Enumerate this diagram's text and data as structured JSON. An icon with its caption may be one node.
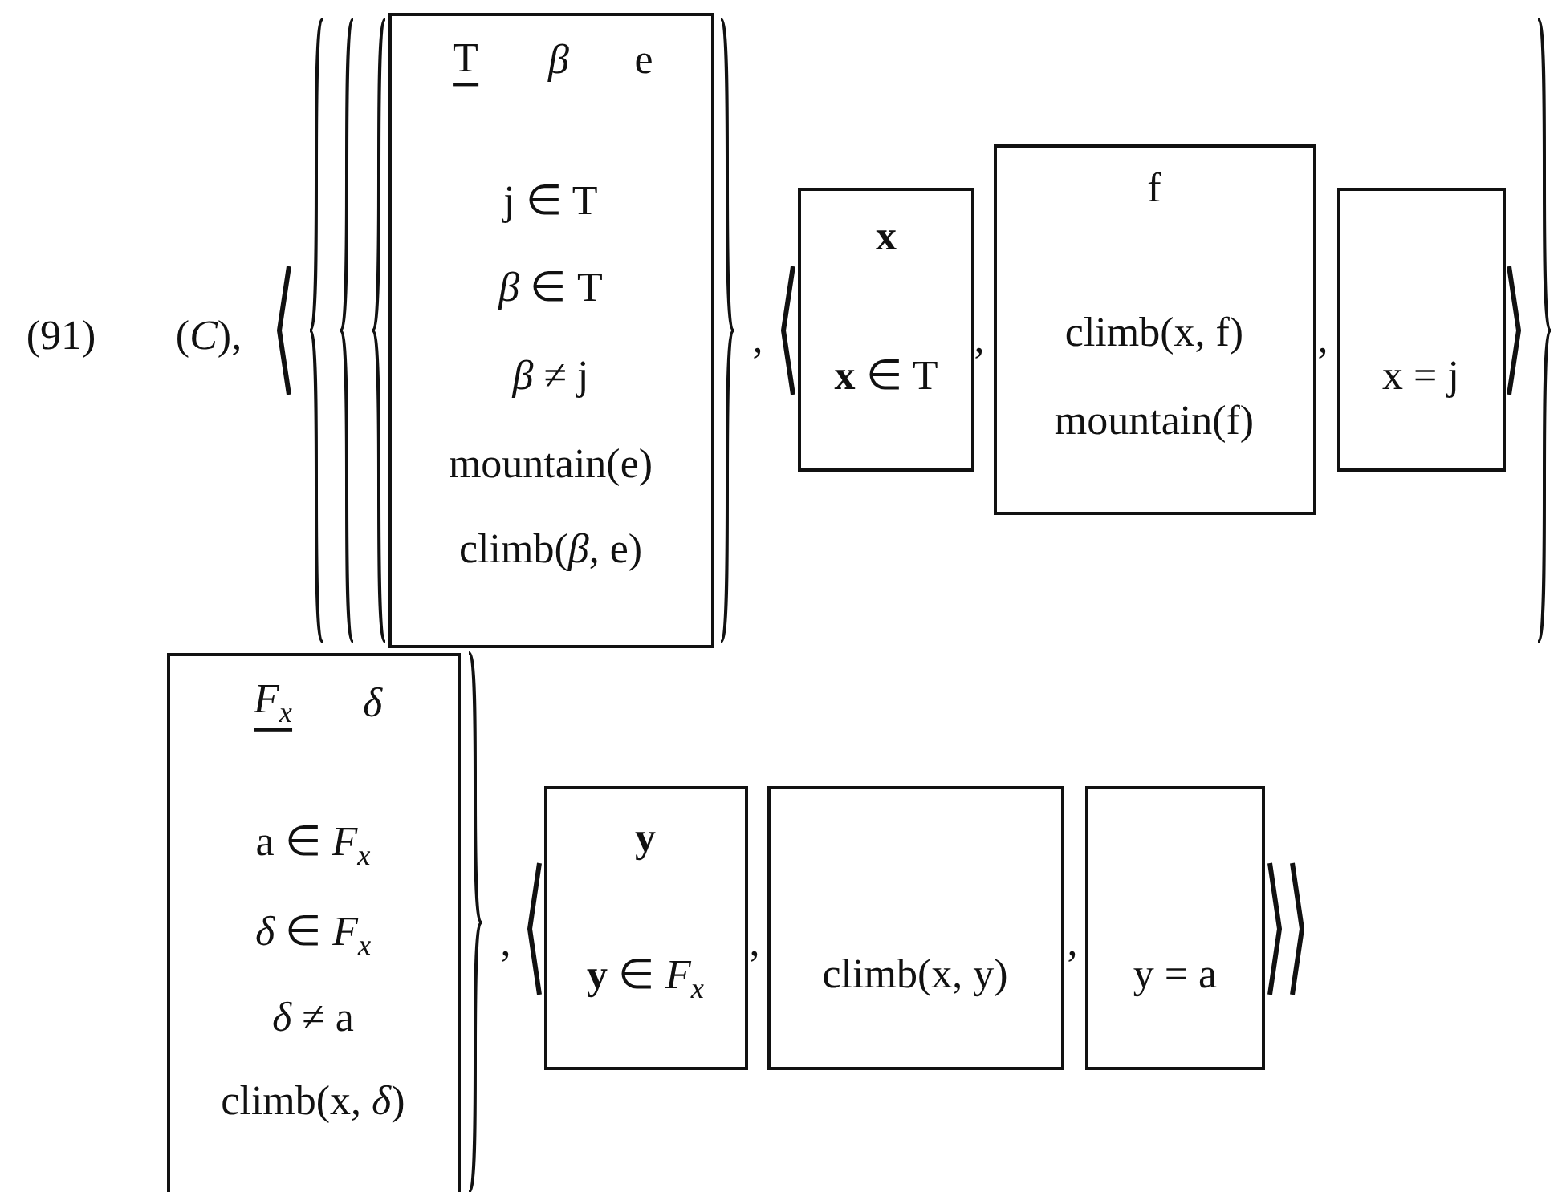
{
  "diagram": {
    "nodes": [
      {
        "text": [
          "T",
          "*β*",
          "e",
          "j ∈ T",
          "*β* ∈ T",
          "*β* ≠ j",
          "mountain(e)",
          "climb(*β*, e)"
        ]
      },
      {
        "text": [
          "**x**",
          "**x** ∈ T"
        ]
      },
      {
        "text": [
          "f",
          "climb(x, f)",
          "mountain(f)"
        ]
      },
      {
        "text": [
          "x = j"
        ]
      },
      {
        "text": [
          "*F*$_{x}$",
          "*δ*",
          "a ∈ *F*$_{x}$",
          "*δ* ∈ *F*$_{x}$",
          "*δ* ≠ a",
          "climb(x, *δ*)"
        ]
      },
      {
        "text": [
          "**y**",
          "**y** ∈ *F*$_{x}$"
        ]
      },
      {
        "text": [
          "climb(x, y)"
        ]
      },
      {
        "text": [
          "y = a"
        ]
      }
    ],
    "edges": [],
    "labels": [
      "(91)",
      "(*C*),",
      ",",
      ",",
      ",",
      ",",
      ",",
      ","
    ]
  }
}
